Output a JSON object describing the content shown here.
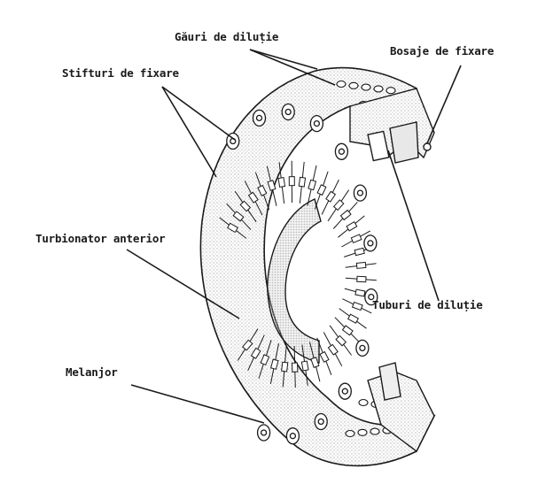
{
  "labels": {
    "dilution_holes": "Găuri de diluție",
    "fixing_bosses": "Bosaje de fixare",
    "fixing_pins": "Stifturi de fixare",
    "front_swirler": "Turbionator anterior",
    "dilution_tubes": "Tuburi de diluție",
    "mixer": "Melanjor"
  },
  "colors": {
    "ink": "#1a1a1a",
    "paper": "#ffffff"
  }
}
